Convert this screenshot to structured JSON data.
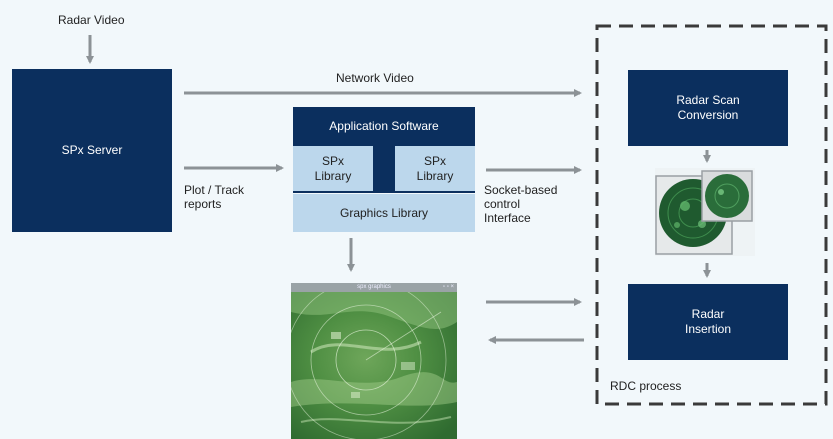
{
  "colors": {
    "background": "#f2f8fb",
    "navy": "#0b2f5e",
    "light_blue": "#bcd7ec",
    "arrow_gray": "#8c9296",
    "dashed_border": "#3a3a3a"
  },
  "labels": {
    "radar_video": "Radar Video",
    "spx_server": "SPx Server",
    "network_video": "Network Video",
    "plot_track_reports": "Plot / Track\nreports",
    "application_software": "Application Software",
    "spx_library_left": "SPx\nLibrary",
    "spx_library_right": "SPx\nLibrary",
    "graphics_library": "Graphics Library",
    "socket_interface": "Socket-based\ncontrol\nInterface",
    "radar_scan_conversion": "Radar Scan\nConversion",
    "radar_insertion": "Radar\nInsertion",
    "rdc_process": "RDC process",
    "window_title": "spx graphics"
  },
  "images": {
    "scan_conversion_preview": "radar-scan-thumbnail",
    "app_window": "radar-map-display"
  }
}
